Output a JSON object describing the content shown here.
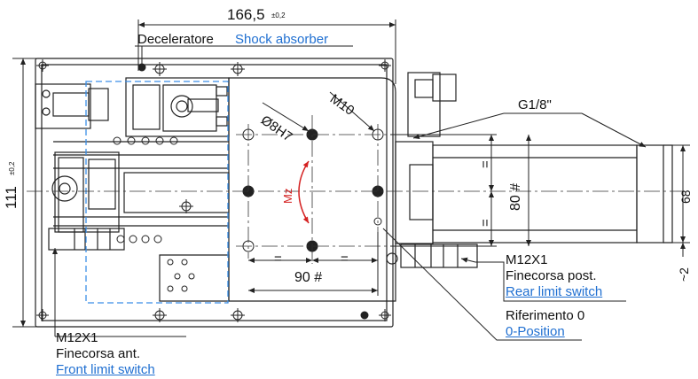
{
  "dimensions": {
    "overall_width": "166,5",
    "overall_width_tol": "±0,2",
    "height": "111",
    "height_tol": "±0,2",
    "pin_hole": "Ø8H7",
    "thread": "M10",
    "port": "G1/8\"",
    "pitch_x": "90 #",
    "pitch_y": "80 #",
    "equal": "=",
    "cyl_size": "68",
    "offset": "~2",
    "moment": "Mz"
  },
  "labels": {
    "shock_it": "Deceleratore",
    "shock_en": "Shock absorber",
    "rear_m12": "M12X1",
    "rear_it": "Finecorsa post.",
    "rear_en": "Rear limit switch",
    "ref_it": "Riferimento 0",
    "ref_en": "0-Position",
    "front_m12": "M12X1",
    "front_it": "Finecorsa ant.",
    "front_en": "Front limit switch"
  },
  "colors": {
    "line": "#222222",
    "translation": "#1f6fd1",
    "moment": "#d42020",
    "dashed_outline": "#3a8ee6"
  }
}
